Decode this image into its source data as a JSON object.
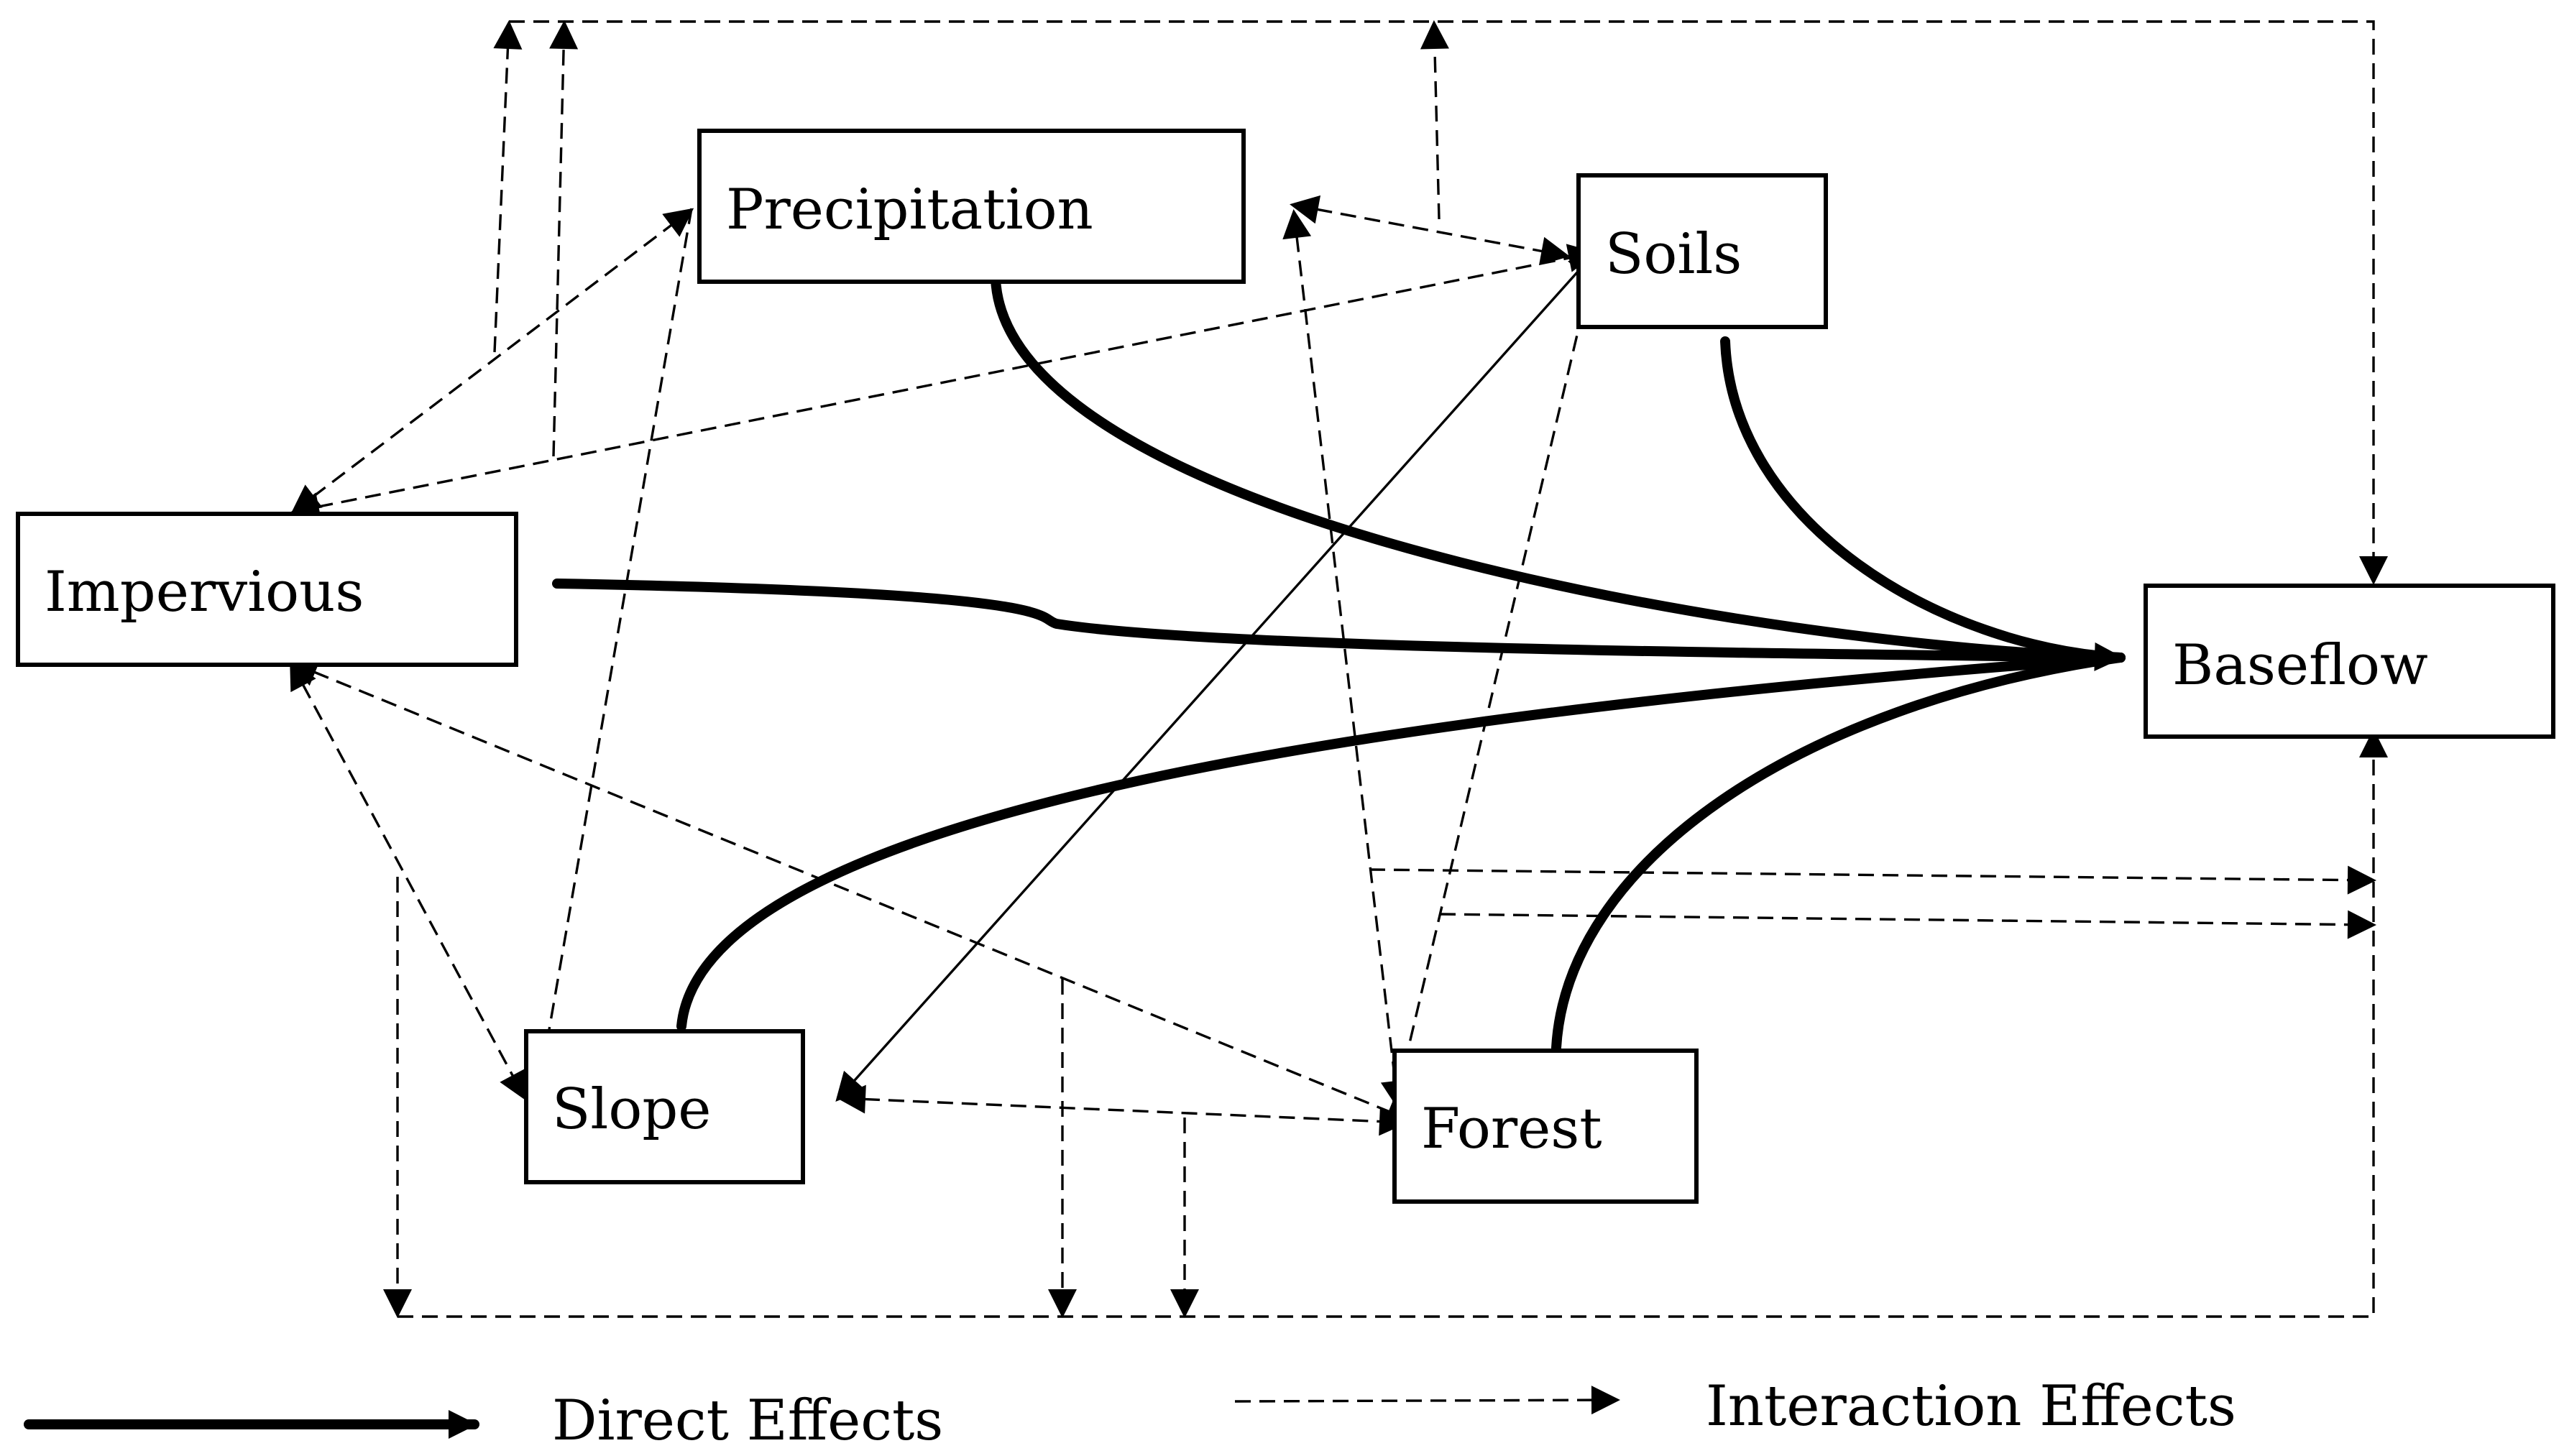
{
  "nodes": {
    "precipitation": "Precipitation",
    "soils": "Soils",
    "impervious": "Impervious",
    "baseflow": "Baseflow",
    "slope": "Slope",
    "forest": "Forest"
  },
  "legend": {
    "direct_label": "Direct Effects",
    "interaction_label": "Interaction Effects"
  },
  "colors": {
    "line": "#000000",
    "background": "#ffffff"
  }
}
